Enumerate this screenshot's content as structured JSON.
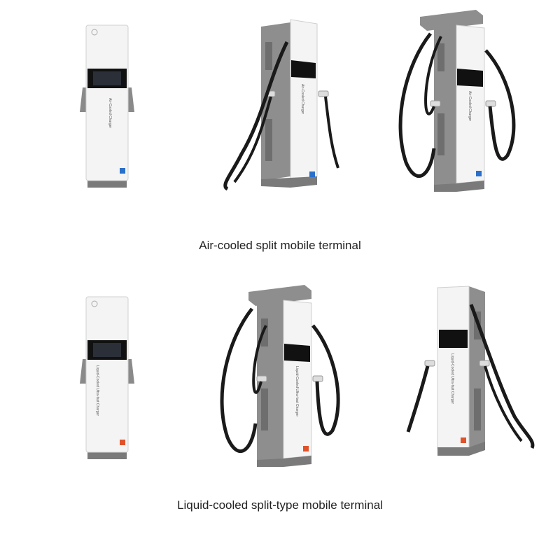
{
  "rows": [
    {
      "caption": "Air-cooled split mobile terminal",
      "chargers": [
        {
          "variant": "front-view-terminal",
          "vertical_label": "Air-Cooled Charger"
        },
        {
          "variant": "dual-gun-angled",
          "vertical_label": "Air-Cooled Charger"
        },
        {
          "variant": "dual-gun-canopy",
          "vertical_label": "Air-Cooled Charger"
        }
      ]
    },
    {
      "caption": "Liquid-cooled split-type mobile terminal",
      "chargers": [
        {
          "variant": "front-view-terminal",
          "vertical_label": "Liquid-Cooled Ultra-fast Charger"
        },
        {
          "variant": "dual-gun-canopy",
          "vertical_label": "Liquid-Cooled Ultra-fast Charger"
        },
        {
          "variant": "dual-gun-angled",
          "vertical_label": "Liquid-Cooled Ultra-fast Charger"
        }
      ]
    }
  ],
  "colors": {
    "body_white": "#f4f4f4",
    "side_gray": "#8a8a8a",
    "screen_black": "#111111",
    "cable_black": "#1a1a1a",
    "air_accent": "#2a6fc9",
    "liquid_accent": "#e0522a"
  }
}
